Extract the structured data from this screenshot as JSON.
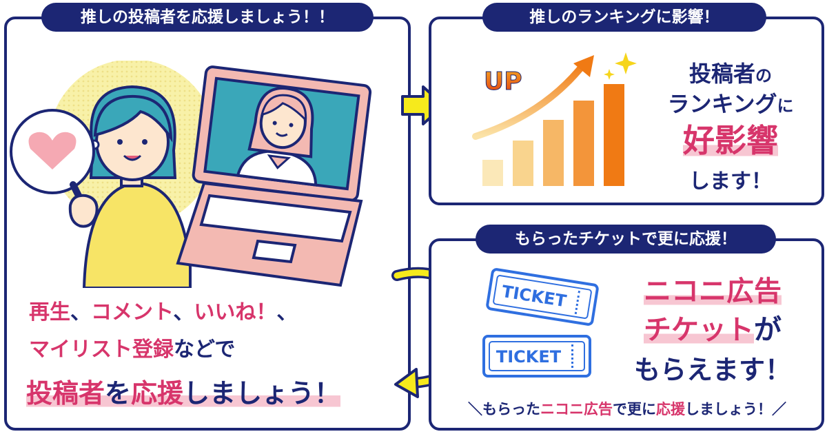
{
  "colors": {
    "navy": "#1c2674",
    "pink": "#d7356b",
    "highlight": "#f7c6d2",
    "yellow": "#f6ea1c",
    "ticket_blue": "#2f6fe0",
    "bar_gradient": [
      "#fbe3a8",
      "#f07a14"
    ]
  },
  "left_panel": {
    "header": "推しの投稿者を応援しましょう！！",
    "illustration": "fan-watching-creator-on-laptop",
    "line1": {
      "p1": "再生",
      "s1": "、",
      "p2": "コメント",
      "s2": "、",
      "p3": "いいね！",
      "s3": "、"
    },
    "line2": {
      "p1": "マイリスト登録",
      "s1": "などで"
    },
    "line3": {
      "p1": "投稿者",
      "s1": "を",
      "p2": "応援",
      "s2": "しましょう！"
    }
  },
  "top_right_panel": {
    "header": "推しのランキングに影響！",
    "up_label": "UP",
    "chart_icon": "rising-bar-chart-icon",
    "line1": {
      "p1": "投稿者",
      "s1": "の"
    },
    "line2": {
      "p1": "ランキング",
      "s1": "に"
    },
    "line3": "好影響",
    "line4": "します！"
  },
  "bottom_right_panel": {
    "header": "もらったチケットで更に応援！",
    "ticket1": "TICKET",
    "ticket2": "TICKET",
    "line1": "ニコニ広告",
    "line2": {
      "p1": "チケット",
      "s1": "が"
    },
    "line3": "もらえます！",
    "footer": {
      "s0": "＼もらった",
      "p1": "ニコニ広告",
      "s1": "で更に",
      "p2": "応援",
      "s2": "しましょう！／"
    }
  }
}
